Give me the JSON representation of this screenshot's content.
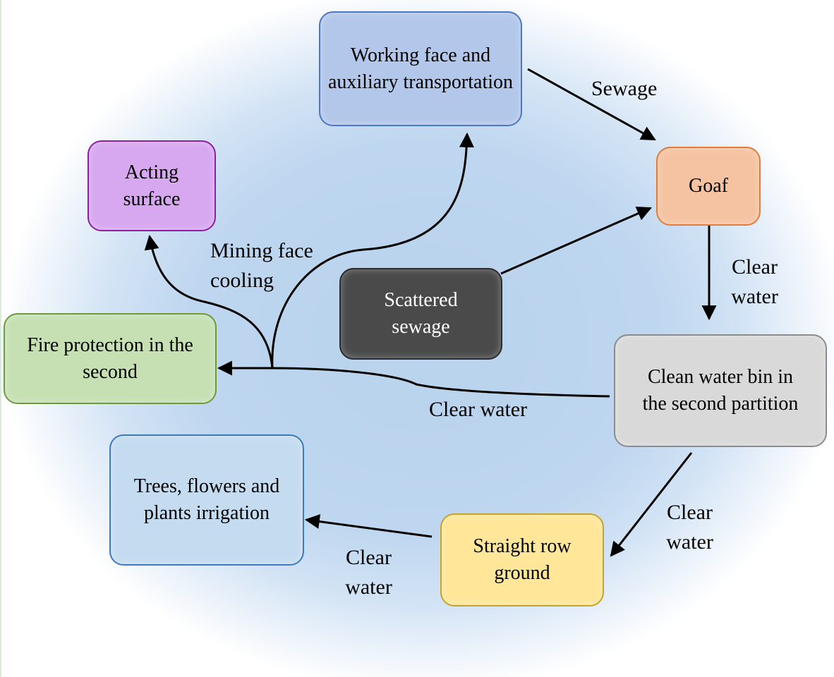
{
  "nodes": {
    "working_face": {
      "text": "Working face and auxiliary transportation",
      "fill": "#b3c7ea",
      "border": "#4b78c4"
    },
    "goaf": {
      "text": "Goaf",
      "fill": "#f5c3a1",
      "border": "#e27b3c"
    },
    "acting_surface": {
      "text": "Acting surface",
      "fill": "#d7a8f0",
      "border": "#8b1fa6"
    },
    "scattered_sewage": {
      "text": "Scattered sewage",
      "fill": "#4a4a4a",
      "border": "#2c2c2c",
      "text_color": "#ffffff"
    },
    "fire_protection": {
      "text": "Fire protection in the second",
      "fill": "#c6e0b4",
      "border": "#6c9a3d"
    },
    "clean_water_bin": {
      "text": "Clean water bin in the second partition",
      "fill": "#d9d9d9",
      "border": "#8c8c8c"
    },
    "trees_irrigation": {
      "text": "Trees, flowers and plants irrigation",
      "fill": "#c5dcf0",
      "border": "#3f79be"
    },
    "straight_row": {
      "text": "Straight row ground",
      "fill": "#ffe699",
      "border": "#c9a227"
    }
  },
  "edge_labels": {
    "sewage": "Sewage",
    "goaf_clear_water": "Clear water",
    "mining_face_cooling": "Mining face cooling",
    "bin_to_fire_clear_water": "Clear water",
    "bin_to_row_clear_water": "Clear water",
    "row_to_trees_clear_water": "Clear water"
  }
}
